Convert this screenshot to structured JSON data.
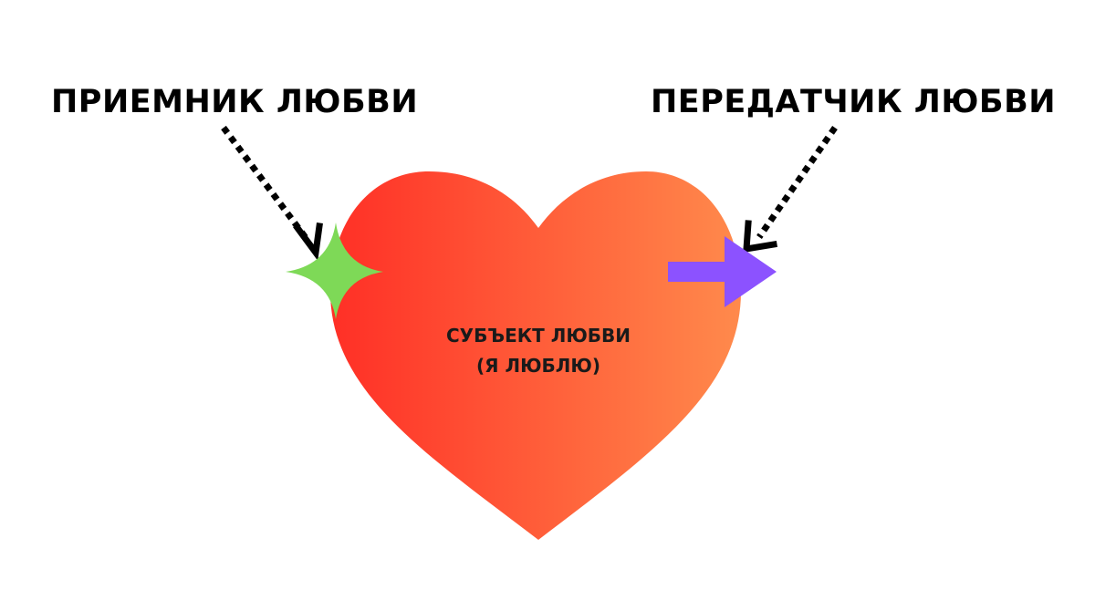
{
  "labels": {
    "receiver": "ПРИЕМНИК ЛЮБВИ",
    "transmitter": "ПЕРЕДАТЧИК ЛЮБВИ"
  },
  "subject": {
    "line1": "СУБЪЕКТ ЛЮБВИ",
    "line2": "(Я ЛЮБЛЮ)"
  },
  "colors": {
    "heart_left": "#ff2f26",
    "heart_right": "#ff8a4c",
    "receiver_star": "#7ed957",
    "transmitter_arrow": "#8c52ff",
    "pointer": "#000000"
  },
  "icons": {
    "receiver": "four-point-star-icon",
    "transmitter": "right-arrow-icon"
  }
}
